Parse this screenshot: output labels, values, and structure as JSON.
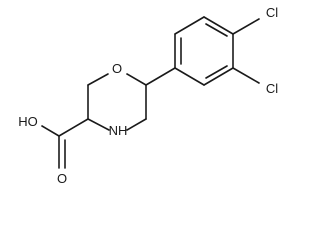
{
  "molecule": {
    "atoms": {
      "ring_oxygen": "O",
      "ring_nitrogen": "NH",
      "hydroxyl": "HO",
      "carbonyl_oxygen": "O",
      "chloro_para": "Cl",
      "chloro_meta": "Cl"
    }
  }
}
